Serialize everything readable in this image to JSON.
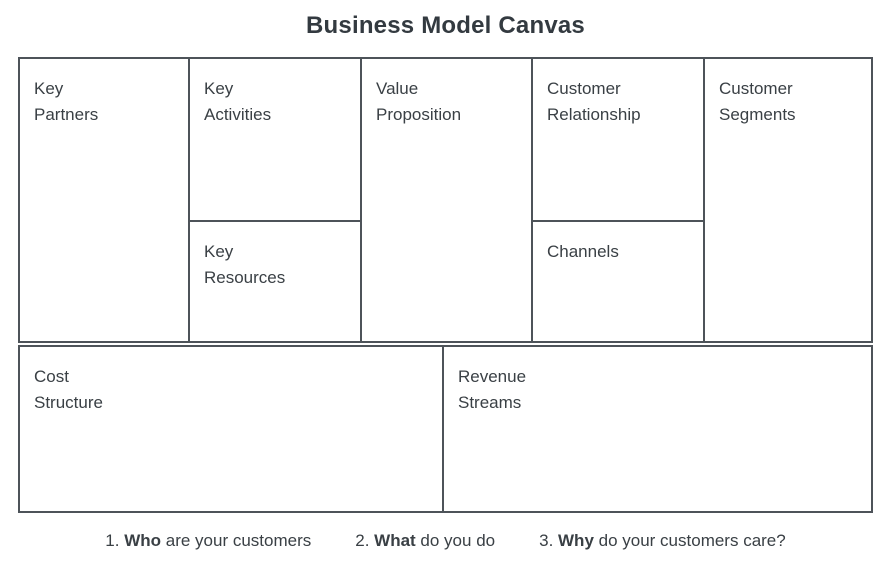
{
  "title": "Business Model Canvas",
  "canvas": {
    "key_partners": "Key\nPartners",
    "key_activities": "Key\nActivities",
    "key_resources": "Key\nResources",
    "value_proposition": "Value\nProposition",
    "customer_relationship": "Customer\nRelationship",
    "channels": "Channels",
    "customer_segments": "Customer\nSegments",
    "cost_structure": "Cost\nStructure",
    "revenue_streams": "Revenue\nStreams"
  },
  "footer": {
    "items": [
      {
        "prefix": "1. ",
        "keyword": "Who",
        "text": " are your customers"
      },
      {
        "prefix": "2. ",
        "keyword": "What",
        "text": " do you do"
      },
      {
        "prefix": "3. ",
        "keyword": "Why",
        "text": " do your customers care?"
      }
    ]
  },
  "colors": {
    "border": "#4d5359",
    "label_text": "#3a4045",
    "title_text": "#333a40",
    "background": "#ffffff"
  }
}
